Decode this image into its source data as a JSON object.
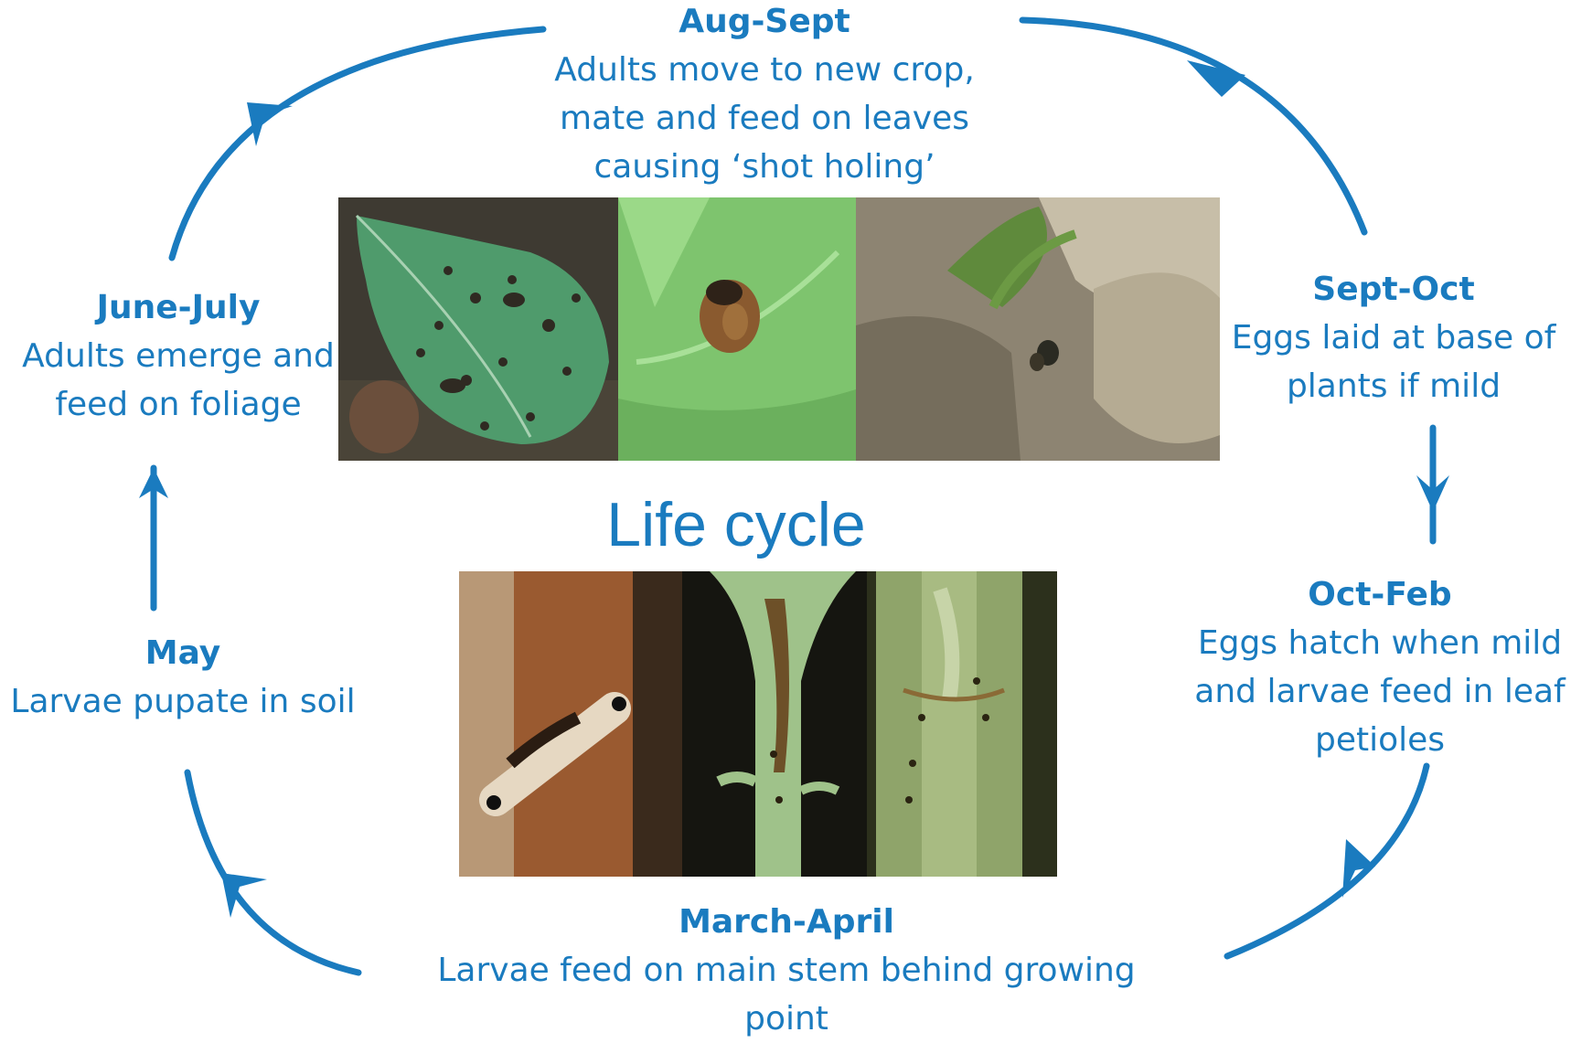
{
  "title": "Life cycle",
  "stages": {
    "aug_sept": {
      "period": "Aug-Sept",
      "lines": [
        "Adults move to new crop,",
        "mate and feed on leaves",
        "causing ‘shot holing’"
      ]
    },
    "sept_oct": {
      "period": "Sept-Oct",
      "lines": [
        "Eggs laid at base of",
        "plants if mild"
      ]
    },
    "oct_feb": {
      "period": "Oct-Feb",
      "lines": [
        "Eggs hatch when mild",
        "and larvae feed in leaf",
        "petioles"
      ]
    },
    "march_april": {
      "period": "March-April",
      "lines": [
        "Larvae feed on main stem behind growing",
        "point"
      ]
    },
    "may": {
      "period": "May",
      "lines": [
        "Larvae pupate in soil"
      ]
    },
    "june_july": {
      "period": "June-July",
      "lines": [
        "Adults emerge and",
        "feed on foliage"
      ]
    }
  },
  "colors": {
    "accent": "#1a7bbf",
    "arrow": "#1a7bbf"
  }
}
